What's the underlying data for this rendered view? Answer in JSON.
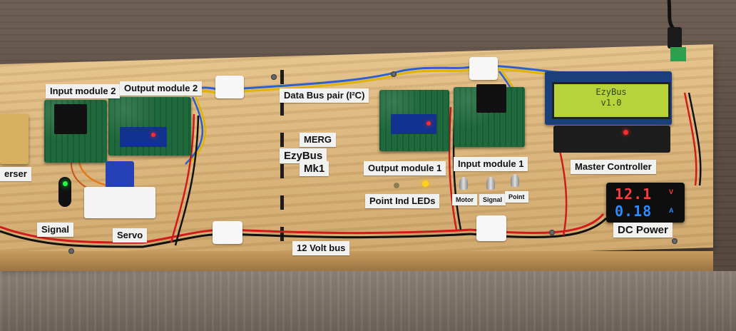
{
  "labels": {
    "reverser": "erser",
    "input_module_2": "Input module 2",
    "output_module_2": "Output module 2",
    "data_bus": "Data Bus pair  (I²C)",
    "merg": "MERG",
    "ezybus": "EzyBus",
    "mk1": "Mk1",
    "output_module_1": "Output module 1",
    "input_module_1": "Input module 1",
    "master_controller": "Master Controller",
    "point_ind_leds": "Point Ind LEDs",
    "motor": "Motor",
    "signal_small": "Signal",
    "point": "Point",
    "signal": "Signal",
    "servo": "Servo",
    "twelve_volt_bus": "12 Volt bus",
    "dc_power": "DC Power"
  },
  "lcd": {
    "line1": "EzyBus",
    "line2": "v1.0"
  },
  "meter": {
    "voltage": "12.1",
    "current": "0.18",
    "volt_unit": "V",
    "amp_unit": "A"
  },
  "colors": {
    "board": "#d9b37a",
    "pcb": "#1f6a3c",
    "label_bg": "#f1f1ef",
    "lcd_green": "#b7d23a",
    "meter_red": "#ff3b3b",
    "meter_blue": "#2e8bff",
    "wire_red": "#d11a1a",
    "wire_black": "#111111",
    "wire_blue": "#2c5fd0",
    "wire_yellow": "#e0b400"
  }
}
